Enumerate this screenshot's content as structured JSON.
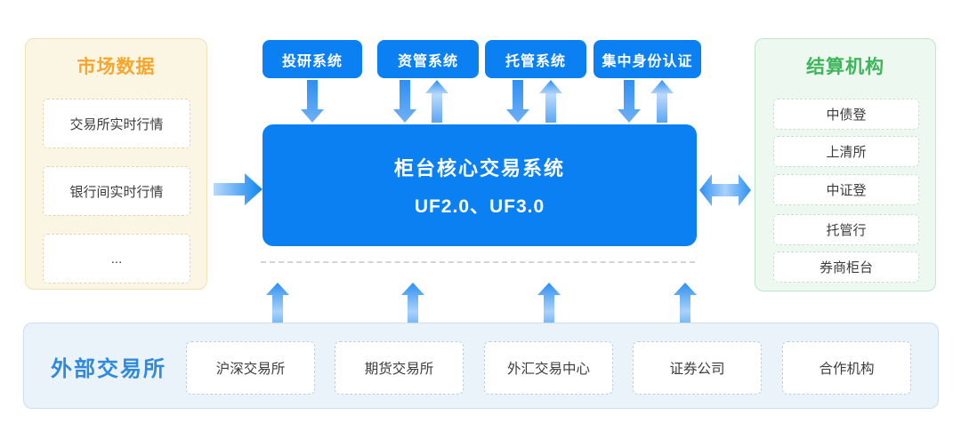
{
  "diagram": {
    "market_panel": {
      "title": "市场数据",
      "items": [
        "交易所实时行情",
        "银行间实时行情",
        "..."
      ]
    },
    "top_systems": [
      {
        "label": "投研系统",
        "link": "down"
      },
      {
        "label": "资管系统",
        "link": "bidirectional"
      },
      {
        "label": "托管系统",
        "link": "bidirectional"
      },
      {
        "label": "集中身份认证",
        "link": "bidirectional"
      }
    ],
    "core": {
      "line1": "柜台核心交易系统",
      "line2": "UF2.0、UF3.0"
    },
    "settlement_panel": {
      "title": "结算机构",
      "items": [
        "中债登",
        "上清所",
        "中证登",
        "托管行",
        "券商柜台"
      ]
    },
    "external_panel": {
      "title": "外部交易所",
      "items": [
        "沪深交易所",
        "期货交易所",
        "外汇交易中心",
        "证券公司",
        "合作机构"
      ]
    },
    "colors": {
      "primary_blue": "#0a80f2",
      "arrow_blue": "#2e8ff2",
      "arrow_light": "#a9d2fa",
      "market_orange": "#f6a62b",
      "settlement_green": "#3cb658",
      "external_blue_title": "#2f8ade"
    }
  }
}
